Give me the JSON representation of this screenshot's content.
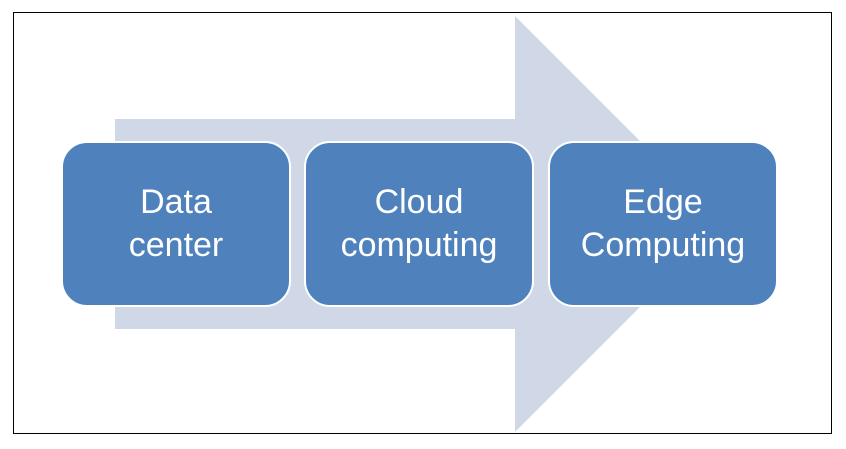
{
  "colors": {
    "box_fill": "#4f81bd",
    "arrow_fill": "#d0d8e8",
    "text": "#ffffff",
    "border": "#000000"
  },
  "steps": [
    {
      "label": "Data\ncenter"
    },
    {
      "label": "Cloud\ncomputing"
    },
    {
      "label": "Edge\nComputing"
    }
  ]
}
